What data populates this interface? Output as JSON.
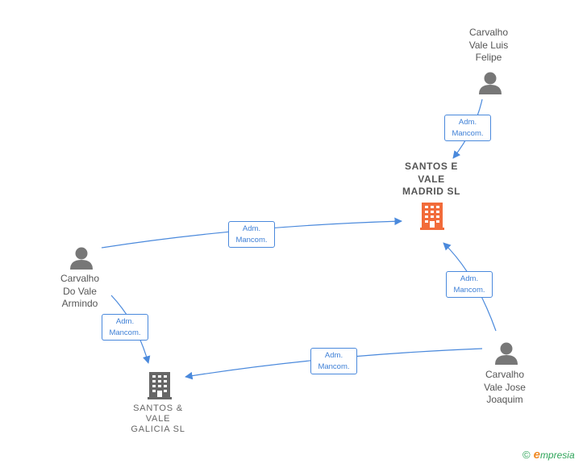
{
  "nodes": {
    "santos_madrid": {
      "label": "SANTOS E\nVALE\nMADRID  SL",
      "icon": "building-icon",
      "color": "#f26b3a"
    },
    "santos_galicia": {
      "label": "SANTOS &\nVALE\nGALICIA  SL",
      "icon": "building-icon",
      "color": "#666666"
    },
    "luis_felipe": {
      "label": "Carvalho\nVale Luis\nFelipe",
      "icon": "person-icon"
    },
    "armindo": {
      "label": "Carvalho\nDo Vale\nArmindo",
      "icon": "person-icon"
    },
    "jose_joaquim": {
      "label": "Carvalho\nVale Jose\nJoaquim",
      "icon": "person-icon"
    }
  },
  "edges": [
    {
      "line1": "Adm.",
      "line2": "Mancom."
    },
    {
      "line1": "Adm.",
      "line2": "Mancom."
    },
    {
      "line1": "Adm.",
      "line2": "Mancom."
    },
    {
      "line1": "Adm.",
      "line2": "Mancom."
    },
    {
      "line1": "Adm.",
      "line2": "Mancom."
    }
  ],
  "footer": {
    "copyright": "©",
    "brand_initial": "e",
    "brand_rest": "mpresia"
  },
  "colors": {
    "edge": "#4a89dc",
    "person": "#777777"
  }
}
